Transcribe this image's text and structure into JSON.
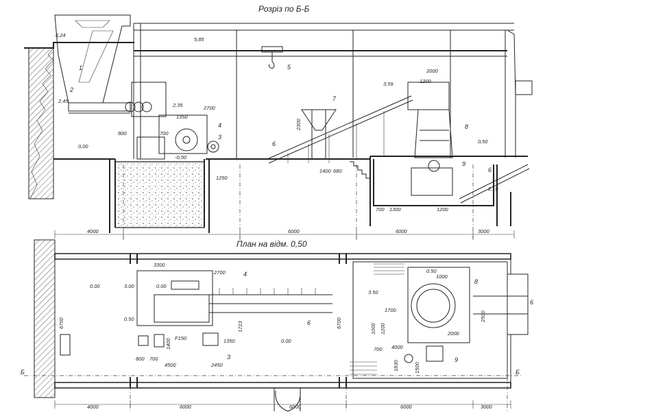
{
  "section": {
    "title": "Розріз по Б-Б",
    "levels": [
      "6,24",
      "5,85",
      "2,45",
      "2,35",
      "0,00",
      "-0,50",
      "3,59",
      "0,50"
    ],
    "dimensions": [
      "2700",
      "1350",
      "800",
      "700",
      "2300",
      "1250",
      "1400",
      "680",
      "2000",
      "1200",
      "700",
      "1300",
      "1200",
      "2,10"
    ],
    "axis_dimensions": [
      "4000",
      "6000",
      "6000",
      "3000"
    ],
    "item_numbers": [
      "1",
      "2",
      "3",
      "4",
      "5",
      "6",
      "7",
      "8",
      "9",
      "6"
    ]
  },
  "plan": {
    "title": "План на відм. 0,50",
    "levels": [
      "0.00",
      "0.00",
      "3.00",
      "0.50",
      "0.00",
      "3.50",
      "0.50"
    ],
    "dimensions": [
      "3300",
      "2700",
      "1723",
      "1350",
      "1400",
      "F150",
      "800",
      "700",
      "4500",
      "2450",
      "1700",
      "1000",
      "1200",
      "4000",
      "2000",
      "2500",
      "6700",
      "6700",
      "1000",
      "1830",
      "1500",
      "700"
    ],
    "axis_dimensions": [
      "4000",
      "6000",
      "6000",
      "6000",
      "3000"
    ],
    "item_numbers": [
      "4",
      "6",
      "8",
      "6",
      "9",
      "3"
    ],
    "section_marks": [
      "Б",
      "Б"
    ]
  }
}
